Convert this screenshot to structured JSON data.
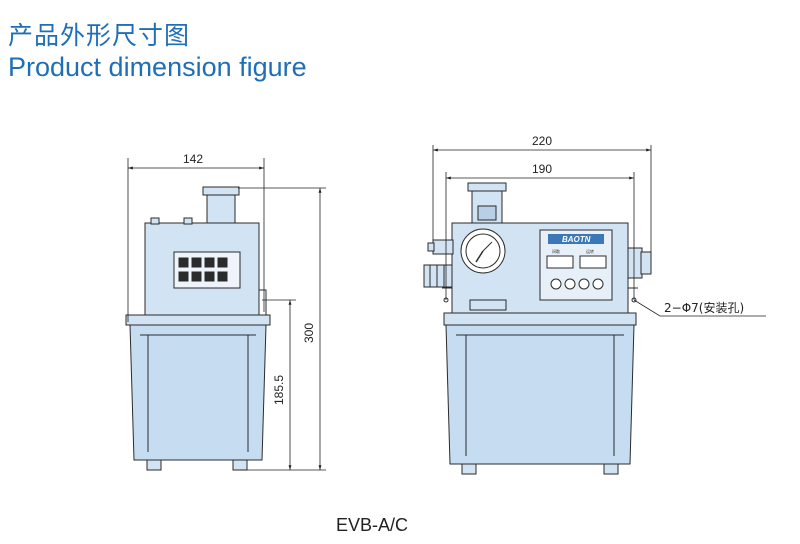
{
  "title": {
    "cn": "产品外形尺寸图",
    "en": "Product dimension figure"
  },
  "dimensions": {
    "width_side": "142",
    "height_total": "300",
    "height_tank": "185.5",
    "width_front_total": "220",
    "width_front_mount": "190"
  },
  "annotation": {
    "mount_holes": "2−Φ7(安装孔)"
  },
  "panel": {
    "brand": "BAOTN",
    "label_left": "间歇",
    "label_right": "运转"
  },
  "model": "EVB-A/C",
  "colors": {
    "body_fill": "#d2e3f3",
    "tank_fill": "#c6dcf1",
    "outline": "#2b2b2b",
    "title_blue": "#1f6fb8"
  }
}
